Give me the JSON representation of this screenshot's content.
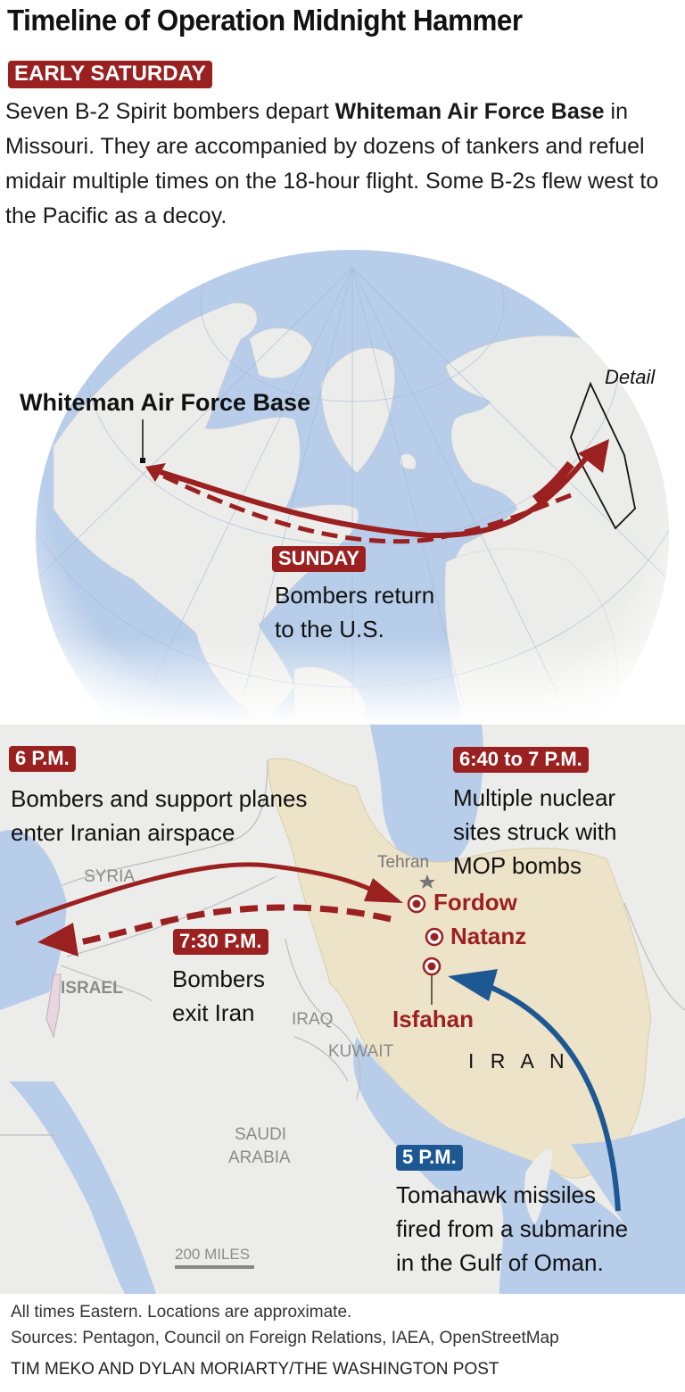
{
  "header": {
    "title": "Timeline of Operation Midnight Hammer"
  },
  "intro": {
    "badge": "EARLY SATURDAY",
    "text_before": "Seven B-2 Spirit bombers depart ",
    "text_bold": "Whiteman Air Force Base",
    "text_after": " in Missouri. They are accompanied by dozens of tankers and refuel midair multiple times on the 18-hour flight. Some B-2s flew west to the Pacific as a decoy."
  },
  "globe_map": {
    "base_label": "Whiteman Air Force Base",
    "detail_label": "Detail",
    "return_badge": "SUNDAY",
    "return_text_line1": "Bombers return",
    "return_text_line2": "to the U.S."
  },
  "detail_map": {
    "events": [
      {
        "time": "6 P.M.",
        "line1": "Bombers and support planes",
        "line2": "enter Iranian airspace",
        "color": "#9b2020"
      },
      {
        "time": "6:40 to 7 P.M.",
        "line1": "Multiple nuclear",
        "line2": "sites struck with",
        "line3": "MOP bombs",
        "color": "#9b2020"
      },
      {
        "time": "7:30 P.M.",
        "line1": "Bombers",
        "line2": "exit Iran",
        "color": "#9b2020"
      },
      {
        "time": "5 P.M.",
        "line1": "Tomahawk missiles",
        "line2": "fired from a submarine",
        "line3": "in the Gulf of Oman.",
        "color": "#1e5893"
      }
    ],
    "sites": [
      "Fordow",
      "Natanz",
      "Isfahan"
    ],
    "capital": "Tehran",
    "countries": {
      "syria": "SYRIA",
      "israel": "ISRAEL",
      "iraq": "IRAQ",
      "kuwait": "KUWAIT",
      "iran": "I R A N",
      "saudi1": "SAUDI",
      "saudi2": "ARABIA"
    },
    "scale": "200 MILES"
  },
  "colors": {
    "accent_red": "#9b2020",
    "accent_blue": "#1e5893",
    "ocean": "#b7cde9",
    "land": "#ececea",
    "iran_land": "#ede3c8"
  },
  "footer": {
    "note": "All times Eastern. Locations are approximate.",
    "sources": "Sources: Pentagon, Council on Foreign Relations, IAEA, OpenStreetMap",
    "credit": "TIM MEKO AND DYLAN MORIARTY/THE WASHINGTON POST"
  }
}
